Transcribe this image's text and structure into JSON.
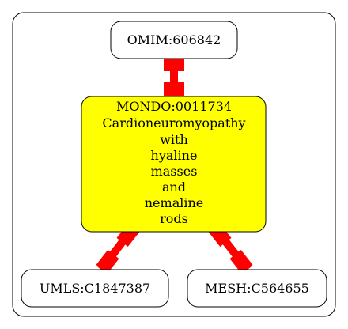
{
  "graph": {
    "nodes": {
      "omim": {
        "label": "OMIM:606842",
        "fill": "#ffffff"
      },
      "mondo": {
        "lines": [
          "MONDO:0011734",
          "Cardioneuromyopathy",
          "with",
          "hyaline",
          "masses",
          "and",
          "nemaline",
          "rods"
        ],
        "fill": "#ffff00"
      },
      "umls": {
        "label": "UMLS:C1847387",
        "fill": "#ffffff"
      },
      "mesh": {
        "label": "MESH:C564655",
        "fill": "#ffffff"
      }
    },
    "edges": [
      {
        "from": "omim",
        "to": "mondo",
        "color": "#ff0000"
      },
      {
        "from": "mondo",
        "to": "umls",
        "color": "#ff0000"
      },
      {
        "from": "mondo",
        "to": "mesh",
        "color": "#ff0000"
      }
    ]
  }
}
